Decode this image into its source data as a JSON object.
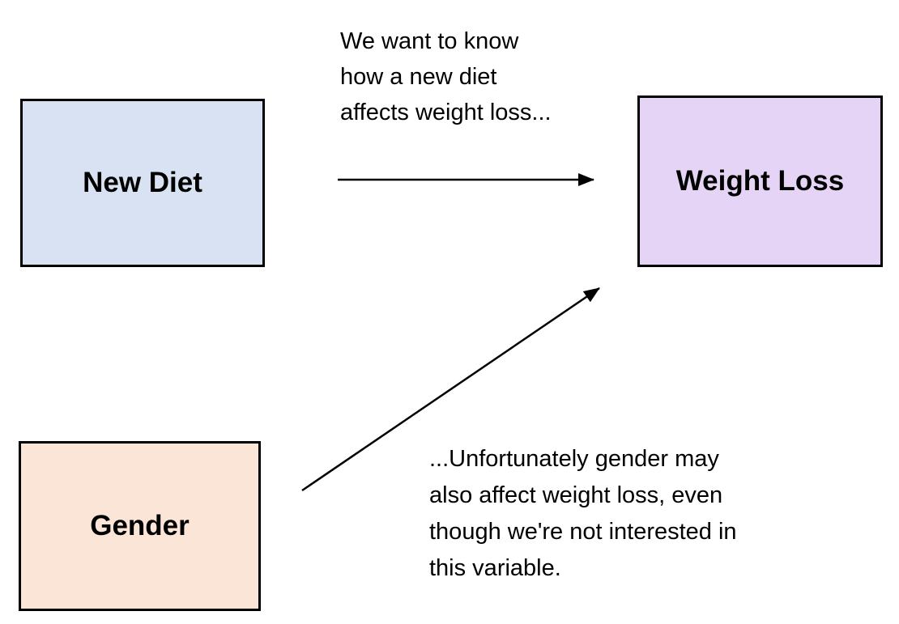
{
  "diagram": {
    "type": "causal-diagram",
    "nodes": [
      {
        "id": "new-diet",
        "label": "New Diet",
        "fill": "#D9E2F3",
        "border": "#000000"
      },
      {
        "id": "weight-loss",
        "label": "Weight Loss",
        "fill": "#E5D4F6",
        "border": "#000000"
      },
      {
        "id": "gender",
        "label": "Gender",
        "fill": "#FBE5D6",
        "border": "#000000"
      }
    ],
    "edges": [
      {
        "from": "new-diet",
        "to": "weight-loss",
        "style": "arrow"
      },
      {
        "from": "gender",
        "to": "weight-loss",
        "style": "arrow"
      }
    ],
    "annotations": [
      {
        "id": "top-note",
        "lines": [
          "We want to know",
          "how a new diet",
          "affects weight loss..."
        ],
        "text": "We want to know how a new diet affects weight loss..."
      },
      {
        "id": "bottom-note",
        "lines": [
          "...Unfortunately gender may",
          "also affect weight loss, even",
          "though we're not interested in",
          "this variable."
        ],
        "text": "...Unfortunately gender may also affect weight loss, even though we're not interested in this variable."
      }
    ],
    "colors": {
      "background": "#FFFFFF",
      "arrow": "#000000",
      "text": "#000000"
    }
  }
}
